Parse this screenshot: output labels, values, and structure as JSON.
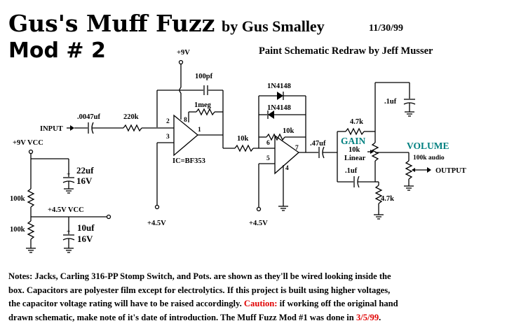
{
  "title": {
    "main": "Gus's Muff Fuzz",
    "byline": "by Gus Smalley",
    "date": "11/30/99",
    "mod": "Mod # 2",
    "credit": "Paint Schematic Redraw by Jeff Musser"
  },
  "schematic": {
    "labels": {
      "plus9v_top": "+9V",
      "c_100pf": "100pf",
      "r_1meg": "1meg",
      "c_0047uf": ".0047uf",
      "r_220k": "220k",
      "input": "INPUT",
      "pin2": "2",
      "pin3": "3",
      "pin8": "8",
      "pin1": "1",
      "ic": "IC=BF353",
      "d1": "1N4148",
      "d2": "1N4148",
      "r_10k_fb": "10k",
      "r_10k_in": "10k",
      "pin6": "6",
      "pin5": "5",
      "pin7": "7",
      "pin4": "4",
      "c_47uf": ".47uf",
      "r_4k7_top": "4.7k",
      "gain": "GAIN",
      "gain_val": "10k",
      "gain_type": "Linear",
      "c_1uf_top": ".1uf",
      "c_1uf_mid": ".1uf",
      "r_4k7_bot": "4.7k",
      "volume": "VOLUME",
      "volume_val": "100k audio",
      "output": "OUTPUT",
      "vcc_9v": "+9V VCC",
      "c_22uf": "22uf",
      "c_22uf_v": "16V",
      "r_100k_a": "100k",
      "vcc_45v": "+4.5V VCC",
      "r_100k_b": "100k",
      "c_10uf": "10uf",
      "c_10uf_v": "16V",
      "bias1": "+4.5V",
      "bias2": "+4.5V",
      "plus": "+"
    },
    "colors": {
      "accent": "#008080",
      "ink": "#000000"
    }
  },
  "notes": {
    "line1": "Notes: Jacks, Carling  316-PP Stomp Switch, and Pots. are shown as they'll be wired looking inside the",
    "line2": "box. Capacitors are polyester film except for electrolytics. If this project is built using higher voltages,",
    "line3a": "the capacitor voltage rating will have to be raised accordingly.",
    "line3b": "Caution:",
    "line3c": "  if working off the original hand",
    "line4a": "drawn schematic, make note of it's date of introduction. The Muff Fuzz Mod #1 was done in",
    "line4b": "3/5/99",
    "line4c": ".",
    "red": "#e00000"
  }
}
